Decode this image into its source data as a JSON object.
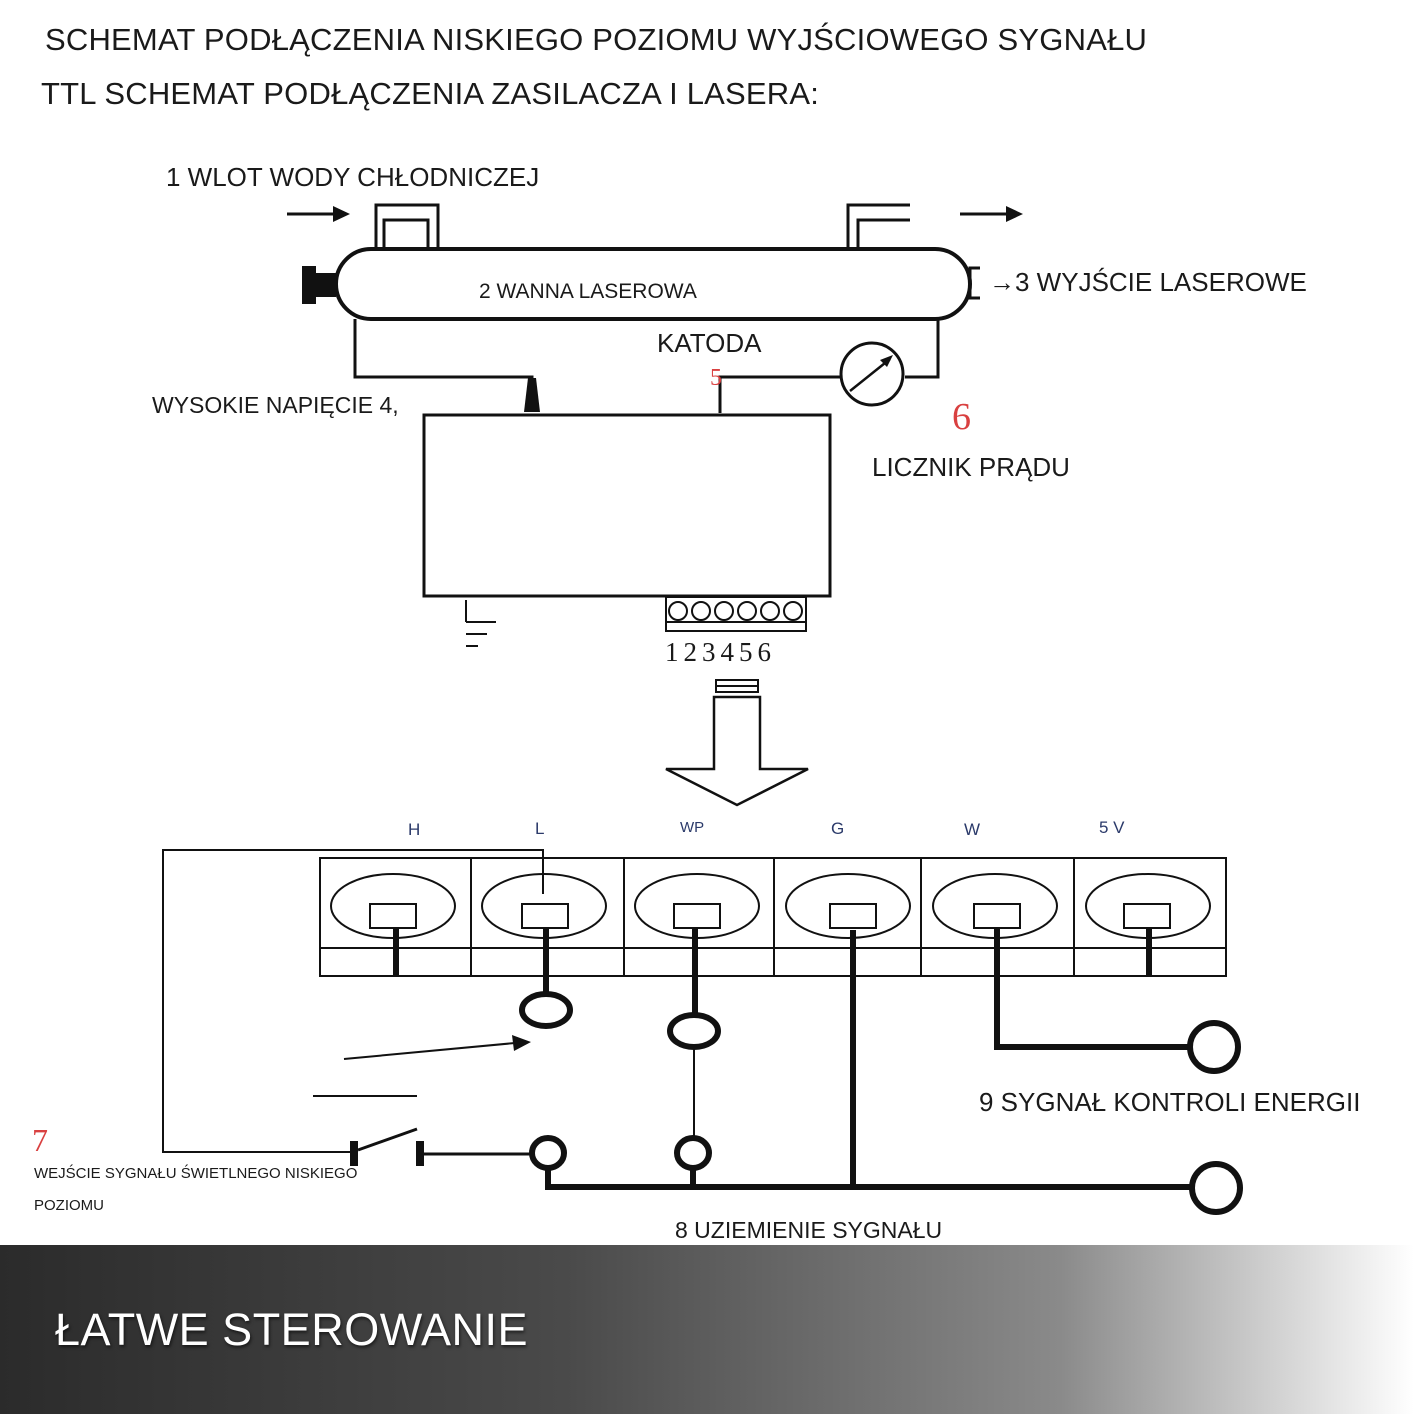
{
  "header": {
    "line1": "SCHEMAT PODŁĄCZENIA NISKIEGO POZIOMU WYJŚCIOWEGO SYGNAŁU",
    "line2": "TTL SCHEMAT PODŁĄCZENIA ZASILACZA I LASERA:"
  },
  "labels": {
    "water_inlet": "1 WLOT WODY CHŁODNICZEJ",
    "laser_tube": "2 WANNA LASEROWA",
    "laser_output": "→3 WYJŚCIE LASEROWE",
    "cathode": "KATODA",
    "high_voltage": "WYSOKIE NAPIĘCIE 4,",
    "cathode_num": "5",
    "ammeter_num": "6",
    "ammeter": "LICZNIK PRĄDU",
    "pin_numbers": "123456",
    "energy_signal": "9 SYGNAŁ KONTROLI ENERGII",
    "input_num": "7",
    "input_line1": "WEJŚCIE SYGNAŁU ŚWIETLNEGO NISKIEGO",
    "input_line2": "POZIOMU",
    "signal_ground": "8 UZIEMIENIE SYGNAŁU"
  },
  "terminals": [
    "H",
    "L",
    "WP",
    "G",
    "W",
    "5 V"
  ],
  "footer": {
    "title": "ŁATWE STEROWANIE"
  },
  "colors": {
    "line": "#111111",
    "accent_red": "#d94040",
    "terminal_text": "#2b3a6a"
  }
}
